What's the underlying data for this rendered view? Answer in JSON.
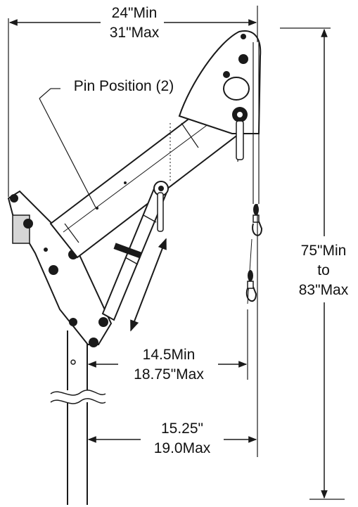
{
  "labels": {
    "width_min": "24\"Min",
    "width_max": "31\"Max",
    "pin_position": "Pin Position (2)",
    "height_min": "75\"Min",
    "height_to": "to",
    "height_max": "83\"Max",
    "reach_min": "14.5Min",
    "reach_max": "18.75\"Max",
    "base_min": "15.25\"",
    "base_max": "19.0Max"
  },
  "colors": {
    "ink": "#1a1a1a",
    "fill": "#ffffff"
  }
}
